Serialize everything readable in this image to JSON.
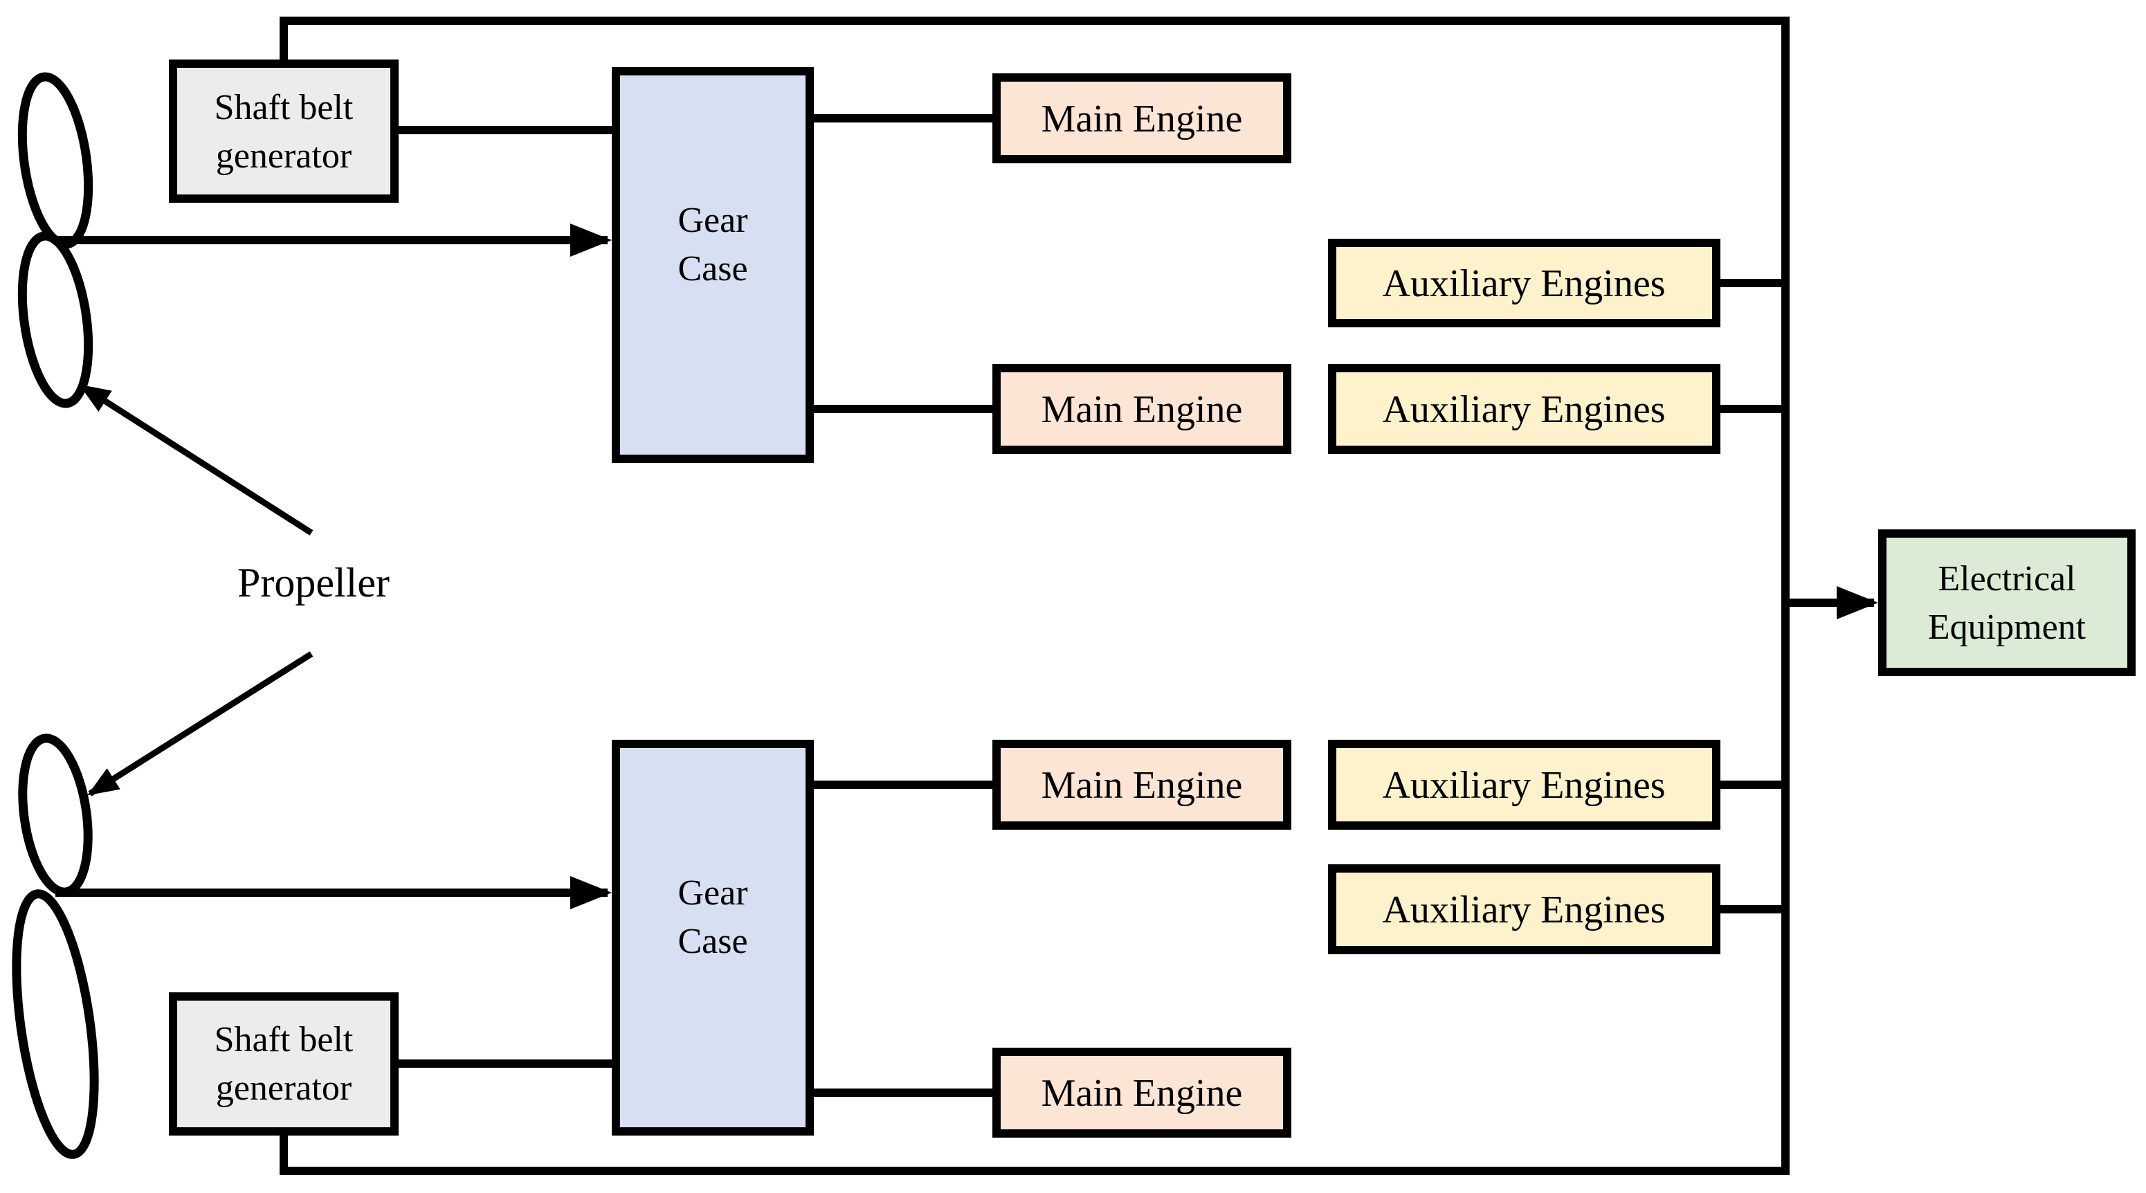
{
  "colors": {
    "background": "#ffffff",
    "line": "#000000",
    "generator_fill": "#ececec",
    "gear_case_fill": "#d6e0f2",
    "main_engine_fill": "#fce5d5",
    "auxiliary_fill": "#fdf2cc",
    "electrical_fill": "#dcebd5"
  },
  "nodes": {
    "shaft_belt_generator_top": {
      "line1": "Shaft belt",
      "line2": "generator"
    },
    "shaft_belt_generator_bottom": {
      "line1": "Shaft belt",
      "line2": "generator"
    },
    "gear_case_top": {
      "line1": "Gear",
      "line2": "Case"
    },
    "gear_case_bottom": {
      "line1": "Gear",
      "line2": "Case"
    },
    "main_engine_1": {
      "label": "Main Engine"
    },
    "main_engine_2": {
      "label": "Main Engine"
    },
    "main_engine_3": {
      "label": "Main Engine"
    },
    "main_engine_4": {
      "label": "Main Engine"
    },
    "auxiliary_engines_1": {
      "label": "Auxiliary Engines"
    },
    "auxiliary_engines_2": {
      "label": "Auxiliary Engines"
    },
    "auxiliary_engines_3": {
      "label": "Auxiliary Engines"
    },
    "auxiliary_engines_4": {
      "label": "Auxiliary Engines"
    },
    "electrical_equipment": {
      "line1": "Electrical",
      "line2": "Equipment"
    },
    "propeller": {
      "label": "Propeller"
    }
  }
}
